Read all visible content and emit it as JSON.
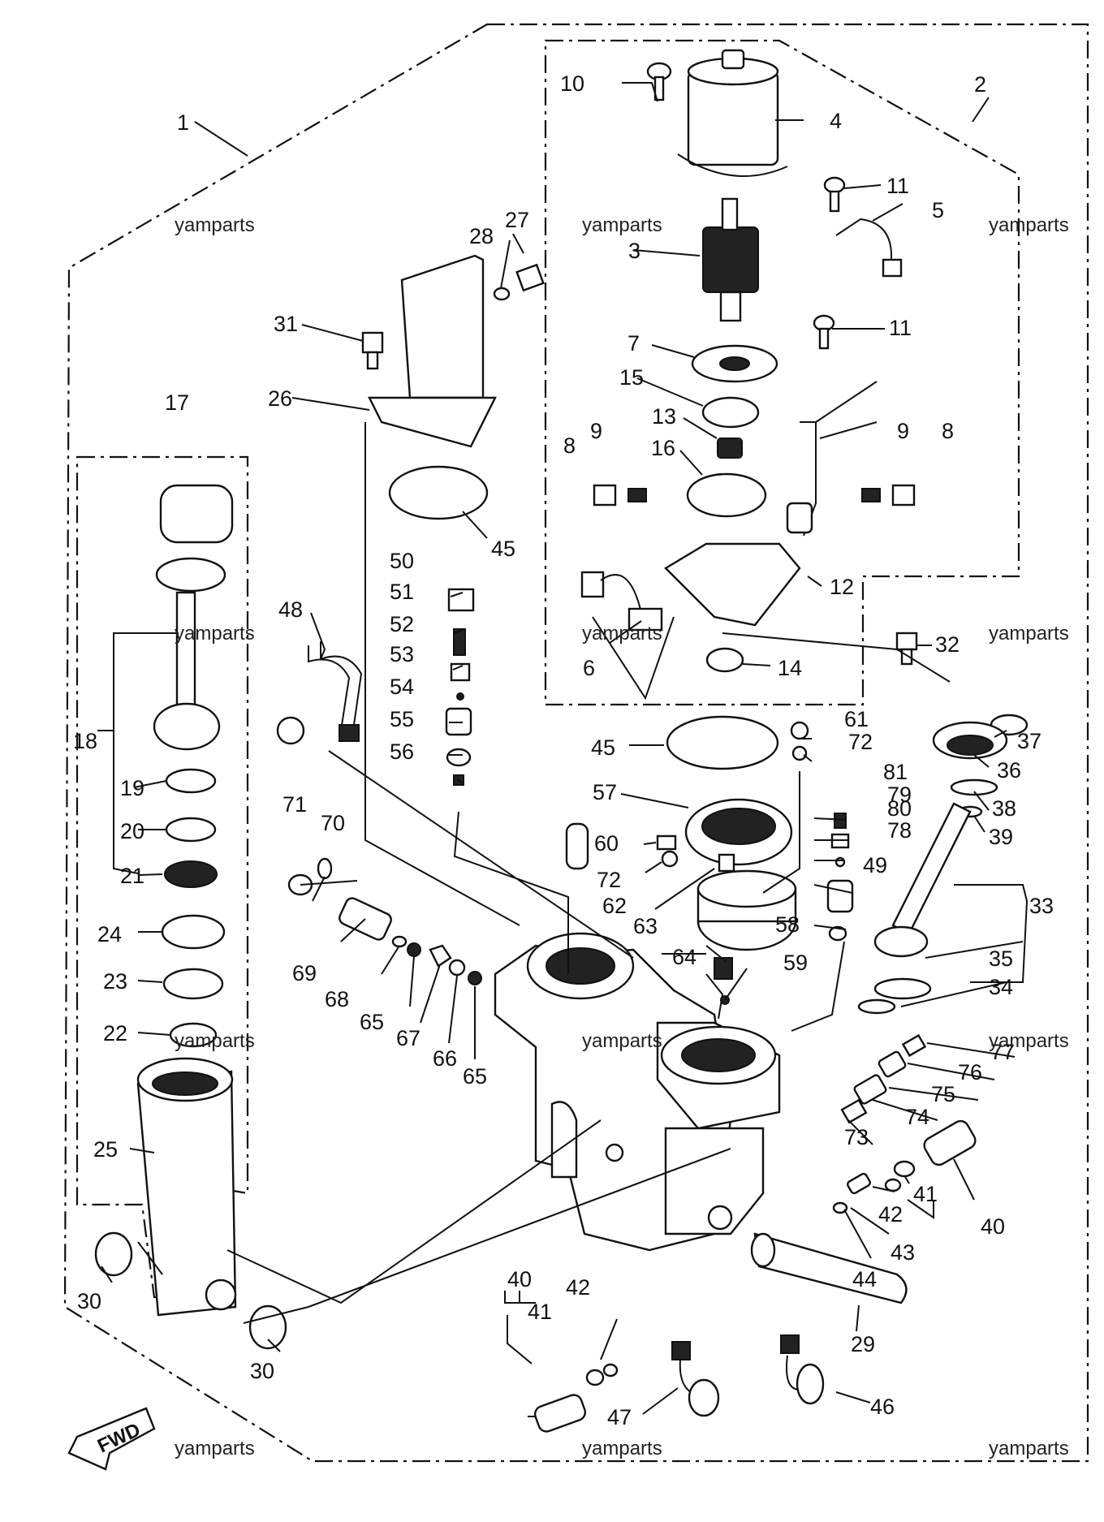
{
  "watermark": "yamparts",
  "direction_label": "FWD",
  "callouts": {
    "c1": "1",
    "c2": "2",
    "c3": "3",
    "c4": "4",
    "c5": "5",
    "c6": "6",
    "c7": "7",
    "c8a": "8",
    "c8b": "8",
    "c9a": "9",
    "c9b": "9",
    "c10": "10",
    "c11a": "11",
    "c11b": "11",
    "c12": "12",
    "c13": "13",
    "c14": "14",
    "c15": "15",
    "c16": "16",
    "c17": "17",
    "c18": "18",
    "c19": "19",
    "c20": "20",
    "c21": "21",
    "c22": "22",
    "c23": "23",
    "c24": "24",
    "c25": "25",
    "c26": "26",
    "c27": "27",
    "c28": "28",
    "c29": "29",
    "c30a": "30",
    "c30b": "30",
    "c31": "31",
    "c32": "32",
    "c33": "33",
    "c34": "34",
    "c35": "35",
    "c36": "36",
    "c37": "37",
    "c38": "38",
    "c39": "39",
    "c40a": "40",
    "c40b": "40",
    "c41a": "41",
    "c41b": "41",
    "c42a": "42",
    "c42b": "42",
    "c43": "43",
    "c44": "44",
    "c45a": "45",
    "c45b": "45",
    "c46": "46",
    "c47": "47",
    "c48": "48",
    "c49": "49",
    "c50": "50",
    "c51": "51",
    "c52": "52",
    "c53": "53",
    "c54": "54",
    "c55": "55",
    "c56": "56",
    "c57": "57",
    "c58": "58",
    "c59": "59",
    "c60": "60",
    "c61": "61",
    "c62": "62",
    "c63": "63",
    "c64": "64",
    "c65a": "65",
    "c65b": "65",
    "c66": "66",
    "c67": "67",
    "c68": "68",
    "c69": "69",
    "c70": "70",
    "c71": "71",
    "c72a": "72",
    "c72b": "72",
    "c73": "73",
    "c74": "74",
    "c75": "75",
    "c76": "76",
    "c77": "77",
    "c78": "78",
    "c79": "79",
    "c80": "80",
    "c81": "81"
  }
}
